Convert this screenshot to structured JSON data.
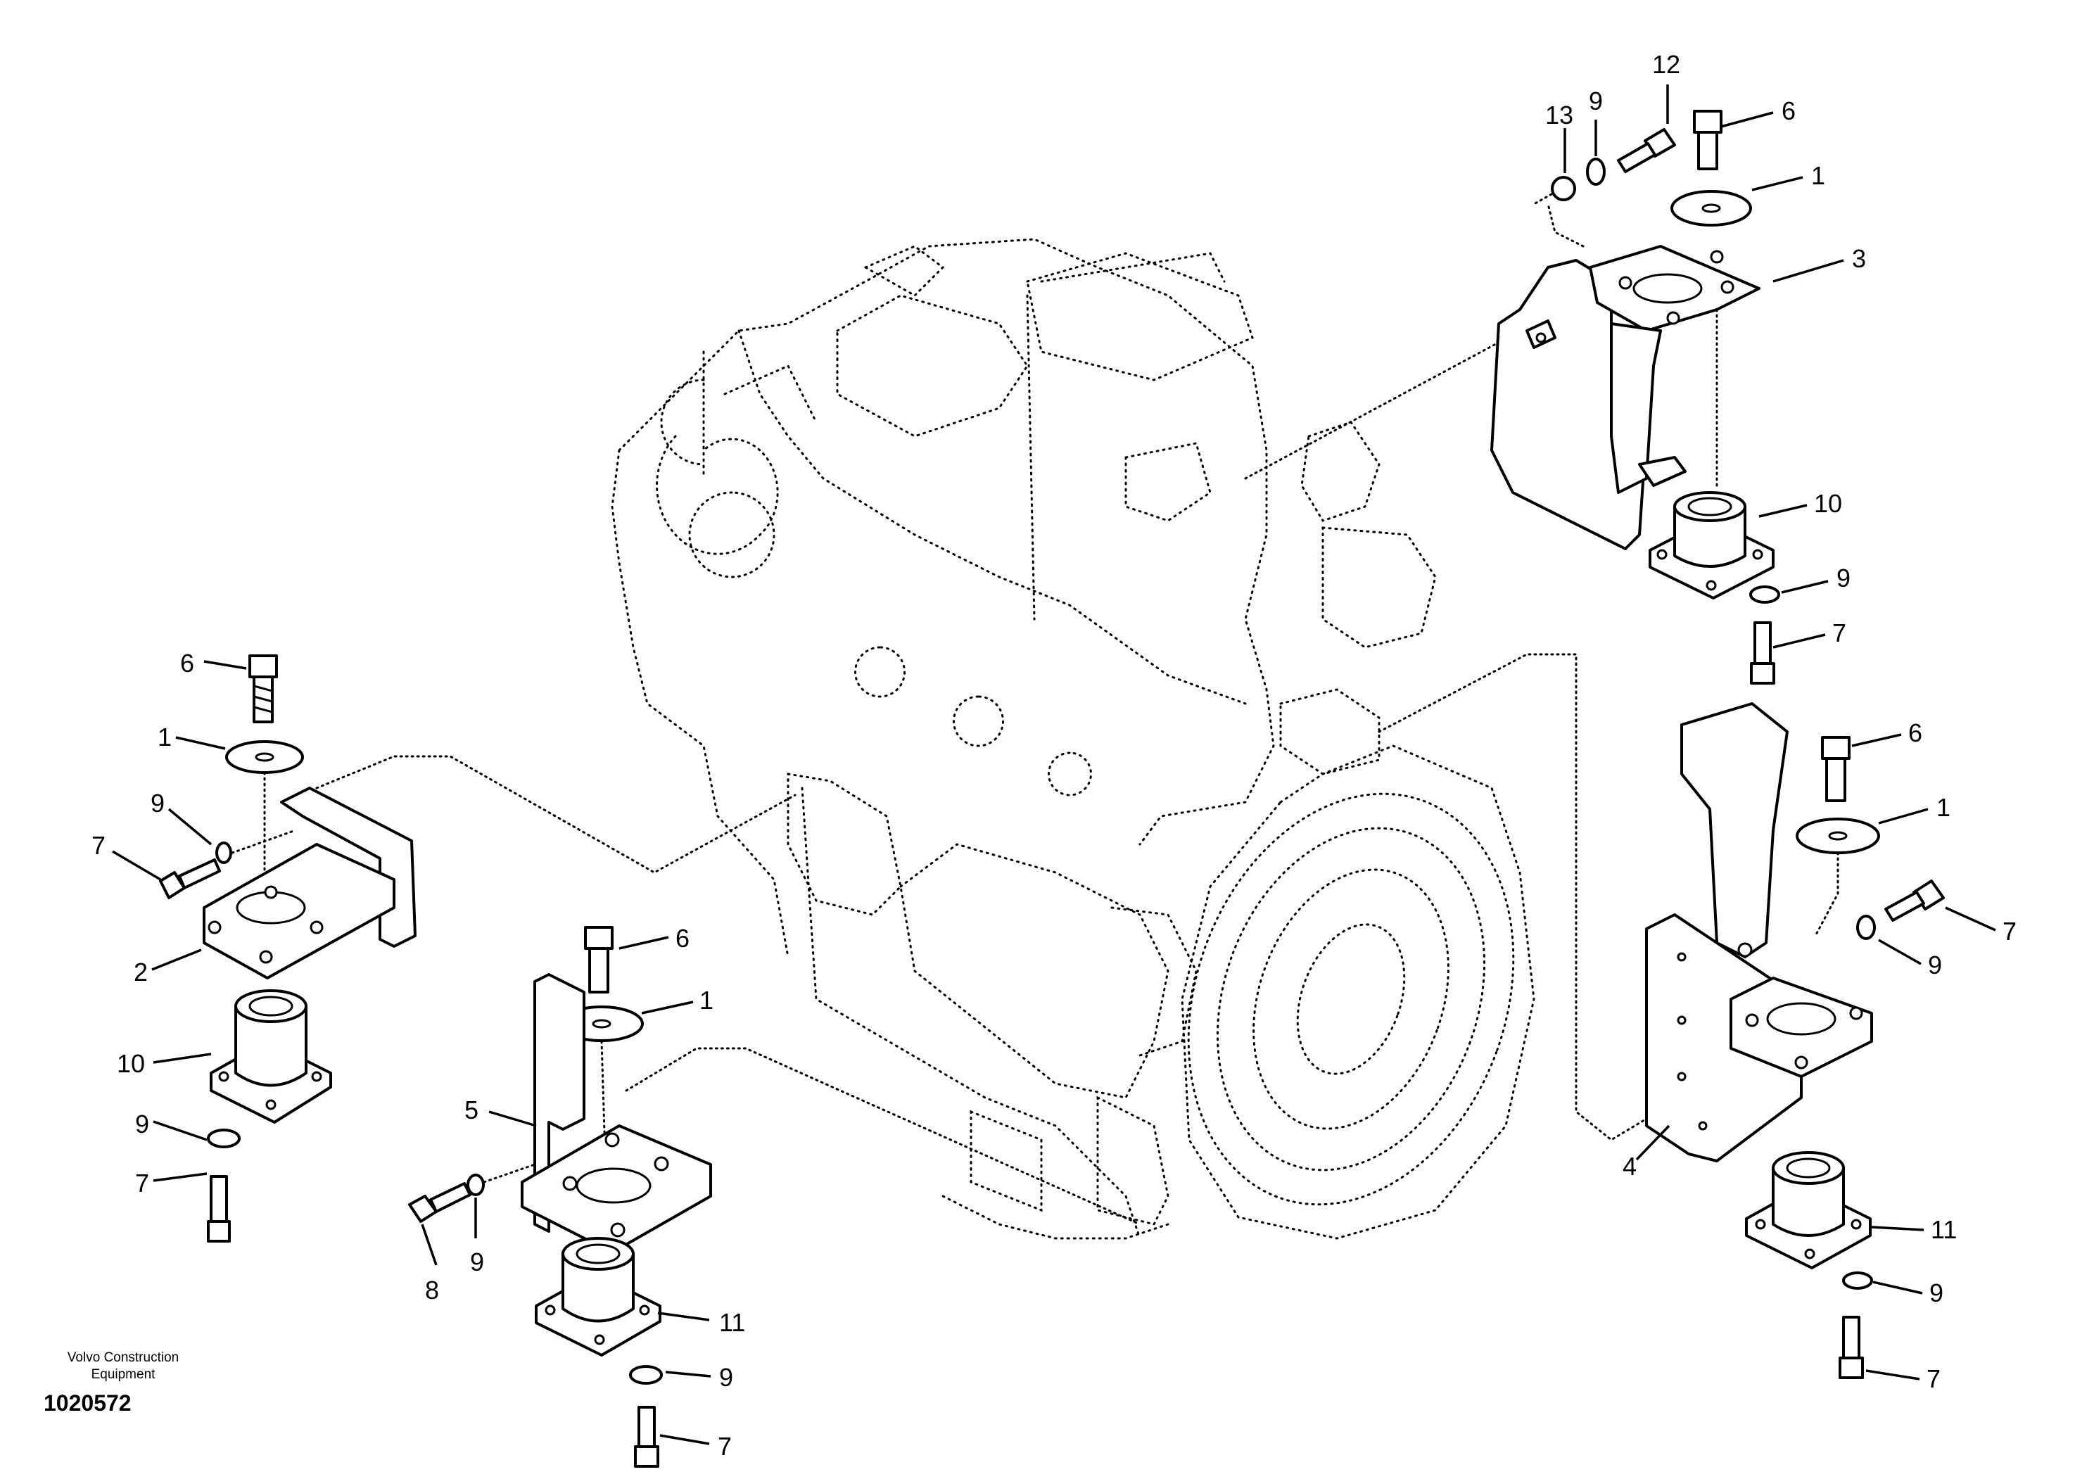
{
  "callouts": {
    "c_tl_6": "6",
    "c_tl_1": "1",
    "c_tl_9": "9",
    "c_tl_7": "7",
    "c_tl_2": "2",
    "c_tl_10": "10",
    "c_tl_9b": "9",
    "c_tl_7b": "7",
    "c_bc_6": "6",
    "c_bc_1": "1",
    "c_bc_5": "5",
    "c_bc_8": "8",
    "c_bc_9": "9",
    "c_bc_11": "11",
    "c_bc_9b": "9",
    "c_bc_7": "7",
    "c_tr_12": "12",
    "c_tr_13": "13",
    "c_tr_9": "9",
    "c_tr_6": "6",
    "c_tr_1": "1",
    "c_tr_3": "3",
    "c_tr_10": "10",
    "c_tr_9b": "9",
    "c_tr_7": "7",
    "c_rr_6": "6",
    "c_rr_1": "1",
    "c_rr_7": "7",
    "c_rr_9": "9",
    "c_rr_4": "4",
    "c_rr_11": "11",
    "c_rr_9b": "9",
    "c_rr_7b": "7"
  },
  "footer": {
    "company_line1": "Volvo Construction",
    "company_line2": "Equipment",
    "drawing_number": "1020572"
  }
}
